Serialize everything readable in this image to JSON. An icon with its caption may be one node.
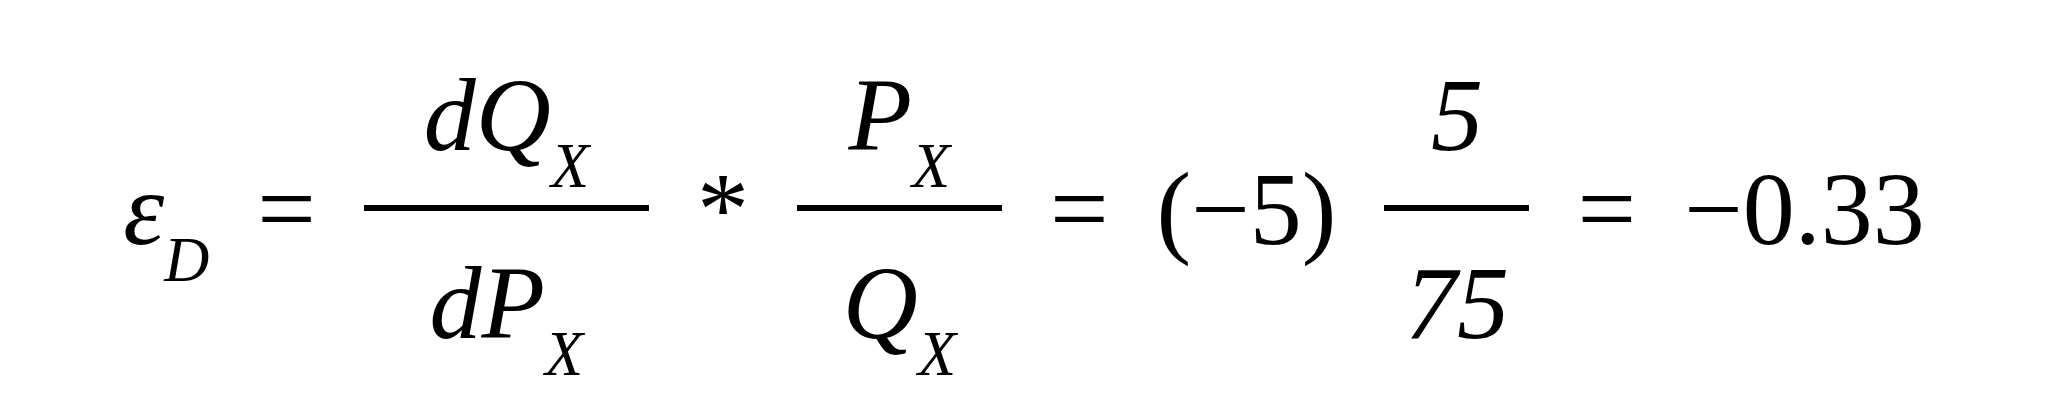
{
  "diagram": {
    "labels": [
      "ε$_{D}$",
      "=",
      "dQ$_{X}$",
      "dP$_{X}$",
      "*",
      "P$_{X}$",
      "Q$_{X}$",
      "=",
      "(−5)",
      "5",
      "75",
      "=",
      "−0.33"
    ]
  }
}
